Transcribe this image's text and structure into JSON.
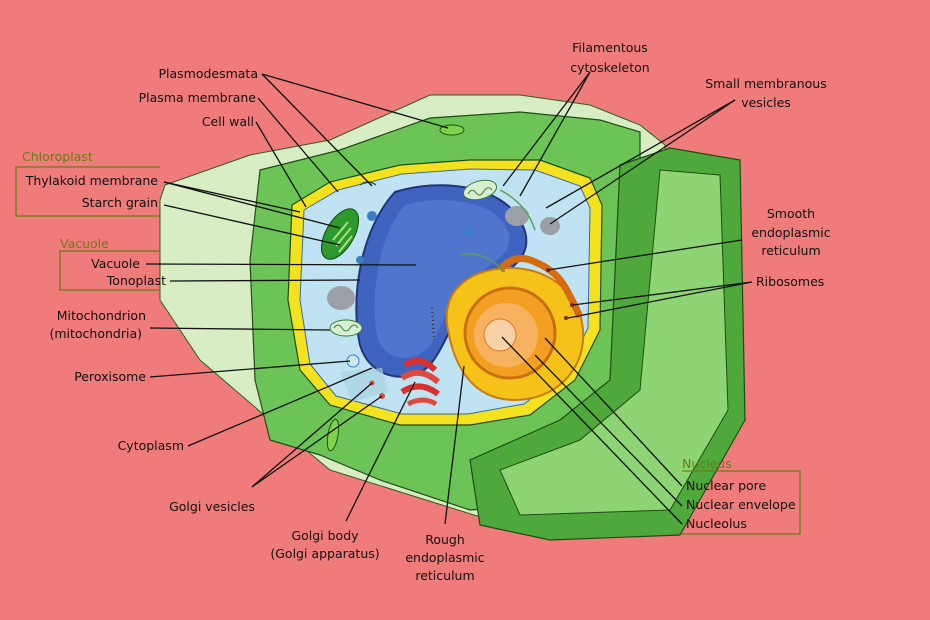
{
  "labels": {
    "plasmodesmata": "Plasmodesmata",
    "plasma_membrane": "Plasma membrane",
    "cell_wall": "Cell wall",
    "chloroplast_group": "Chloroplast",
    "thylakoid_membrane": "Thylakoid membrane",
    "starch_grain": "Starch grain",
    "vacuole_group": "Vacuole",
    "vacuole": "Vacuole",
    "tonoplast": "Tonoplast",
    "mitochondrion_1": "Mitochondrion",
    "mitochondrion_2": "(mitochondria)",
    "peroxisome": "Peroxisome",
    "cytoplasm": "Cytoplasm",
    "golgi_vesicles": "Golgi vesicles",
    "golgi_body_1": "Golgi body",
    "golgi_body_2": "(Golgi apparatus)",
    "rough_er_1": "Rough",
    "rough_er_2": "endoplasmic",
    "rough_er_3": "reticulum",
    "nucleus_group": "Nucleus",
    "nuclear_pore": "Nuclear pore",
    "nuclear_envelope": "Nuclear envelope",
    "nucleolus": "Nucleolus",
    "ribosomes": "Ribosomes",
    "smooth_er_1": "Smooth",
    "smooth_er_2": "endoplasmic",
    "smooth_er_3": "reticulum",
    "small_vesicles_1": "Small membranous",
    "small_vesicles_2": "vesicles",
    "cytoskeleton_1": "Filamentous",
    "cytoskeleton_2": "cytoskeleton"
  },
  "colors": {
    "background": "#f07b7b",
    "cell_wall_outer": "#d6ecbe",
    "cell_wall_green": "#5cbf4a",
    "plasma_membrane": "#f2e21c",
    "cytoplasm": "#bfe3f2",
    "vacuole": "#3f64c0",
    "nucleus": "#f0a020",
    "group_label": "#6a7d14"
  }
}
